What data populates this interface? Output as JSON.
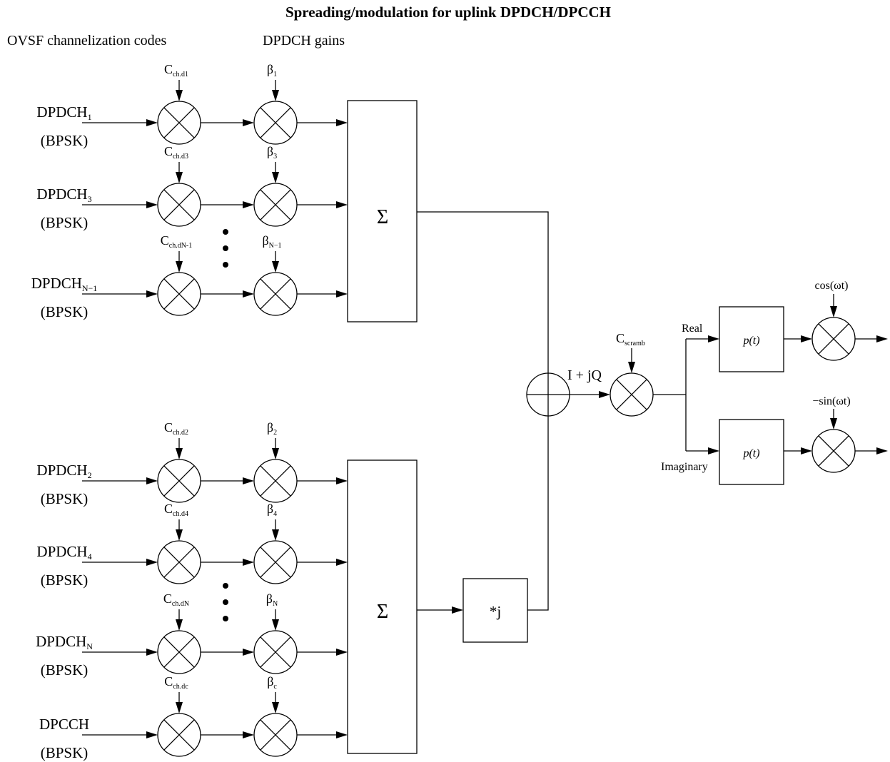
{
  "title": "Spreading/modulation for uplink DPDCH/DPCCH",
  "header_left": "OVSF channelization codes",
  "header_mid": "DPDCH gains",
  "branches": [
    {
      "channel": "DPDCH",
      "channel_sub": "1",
      "modulation": "(BPSK)",
      "code": "C",
      "code_sub": "ch.d1",
      "gain": "β",
      "gain_sub": "1"
    },
    {
      "channel": "DPDCH",
      "channel_sub": "3",
      "modulation": "(BPSK)",
      "code": "C",
      "code_sub": "ch.d3",
      "gain": "β",
      "gain_sub": "3"
    },
    {
      "channel": "DPDCH",
      "channel_sub": "N−1",
      "modulation": "(BPSK)",
      "code": "C",
      "code_sub": "ch.dN-1",
      "gain": "β",
      "gain_sub": "N−1"
    },
    {
      "channel": "DPDCH",
      "channel_sub": "2",
      "modulation": "(BPSK)",
      "code": "C",
      "code_sub": "ch.d2",
      "gain": "β",
      "gain_sub": "2"
    },
    {
      "channel": "DPDCH",
      "channel_sub": "4",
      "modulation": "(BPSK)",
      "code": "C",
      "code_sub": "ch.d4",
      "gain": "β",
      "gain_sub": "4"
    },
    {
      "channel": "DPDCH",
      "channel_sub": "N",
      "modulation": "(BPSK)",
      "code": "C",
      "code_sub": "ch.dN",
      "gain": "β",
      "gain_sub": "N"
    },
    {
      "channel": "DPCCH",
      "channel_sub": "",
      "modulation": "(BPSK)",
      "code": "C",
      "code_sub": "ch.dc",
      "gain": "β",
      "gain_sub": "c"
    }
  ],
  "sum_symbol": "Σ",
  "multiply_j": "*j",
  "combined_label": "I + jQ",
  "scramble_code": "C",
  "scramble_sub": "scramb",
  "real_label": "Real",
  "imag_label": "Imaginary",
  "pulse_label": "p(t)",
  "cos_label": "cos(ωt)",
  "sin_label": "−sin(ωt)"
}
